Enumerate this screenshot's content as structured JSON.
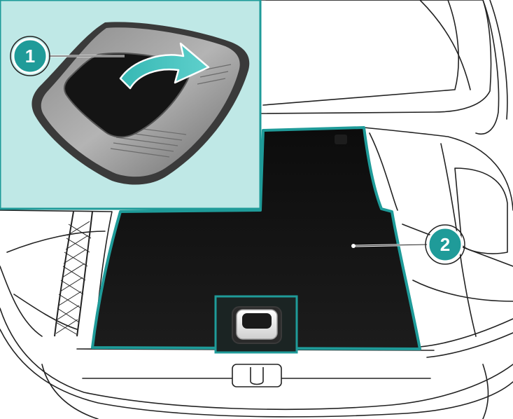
{
  "callouts": [
    {
      "number": "1"
    },
    {
      "number": "2"
    }
  ],
  "colors": {
    "accent_teal": "#1f9b99",
    "callout_fill": "#1f9b99",
    "inset_background": "#bfe8e6",
    "mat_black": "#111111",
    "line_art": "#222222"
  },
  "icons": {
    "cover_handle": "rounded-rectangle-handle",
    "rotation_arrow": "curved-arrow"
  }
}
